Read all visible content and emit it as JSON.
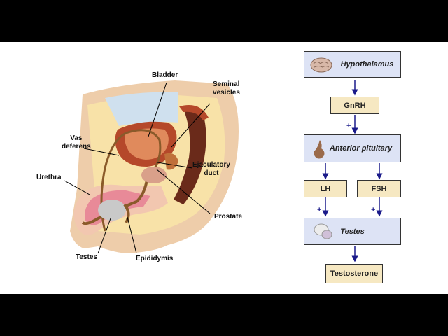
{
  "anatomy": {
    "labels": {
      "bladder": "Bladder",
      "seminal_vesicles_1": "Seminal",
      "seminal_vesicles_2": "vesicles",
      "vas_deferens_1": "Vas",
      "vas_deferens_2": "deferens",
      "urethra": "Urethra",
      "ejaculatory_duct_1": "Ejaculatory",
      "ejaculatory_duct_2": "duct",
      "prostate": "Prostate",
      "testes": "Testes",
      "epididymis": "Epididymis"
    }
  },
  "flowchart": {
    "hypothalamus": "Hypothalamus",
    "gnrh": "GnRH",
    "anterior_pituitary": "Anterior pituitary",
    "lh": "LH",
    "fsh": "FSH",
    "testes": "Testes",
    "testosterone": "Testosterone",
    "plus_sign": "+"
  },
  "colors": {
    "arrow": "#1a1a8a",
    "box_blue": "#dde3f5",
    "box_tan": "#f6e8c2"
  }
}
